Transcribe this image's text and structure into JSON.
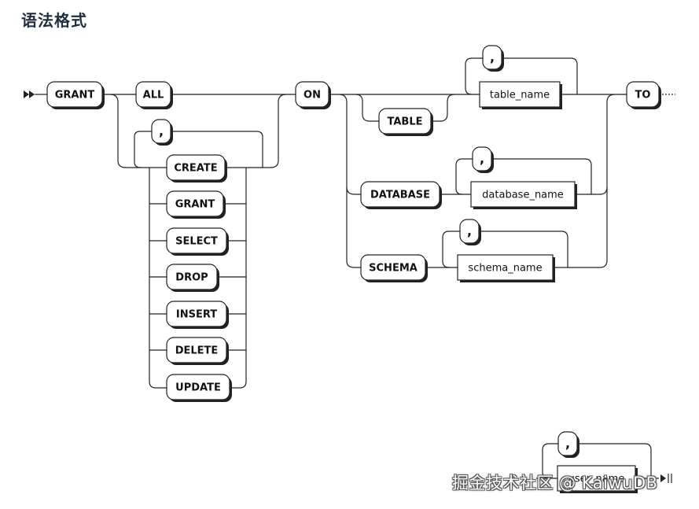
{
  "title": "语法格式",
  "diagram": {
    "keywords": {
      "grant": "GRANT",
      "all": "ALL",
      "on": "ON",
      "table": "TABLE",
      "database": "DATABASE",
      "schema": "SCHEMA",
      "to": "TO"
    },
    "privileges": [
      "CREATE",
      "GRANT",
      "SELECT",
      "DROP",
      "INSERT",
      "DELETE",
      "UPDATE"
    ],
    "identifiers": {
      "table_name": "table_name",
      "database_name": "database_name",
      "schema_name": "schema_name",
      "user_name": "user_name"
    },
    "separator": ","
  },
  "watermark": "掘金技术社区 @ KaiwuDB",
  "colors": {
    "title": "#1f2d3d",
    "line": "#222222"
  }
}
